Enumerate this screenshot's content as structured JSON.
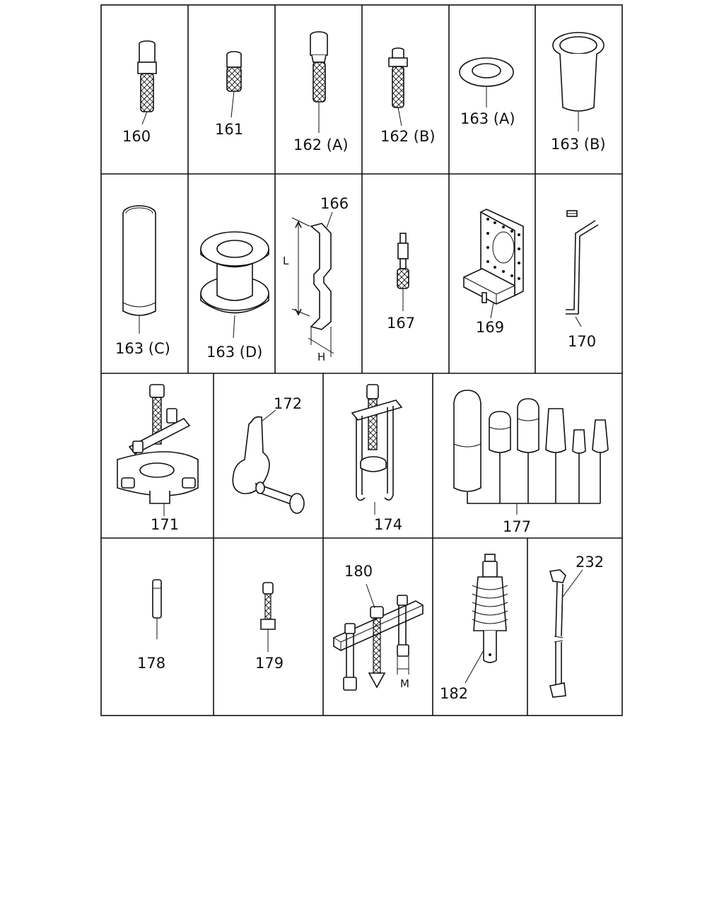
{
  "parts": [
    {
      "id": "p160",
      "label": "160"
    },
    {
      "id": "p161",
      "label": "161"
    },
    {
      "id": "p162a",
      "label": "162 (A)"
    },
    {
      "id": "p162b",
      "label": "162 (B)"
    },
    {
      "id": "p163a",
      "label": "163 (A)"
    },
    {
      "id": "p163b",
      "label": "163 (B)"
    },
    {
      "id": "p163c",
      "label": "163 (C)"
    },
    {
      "id": "p163d",
      "label": "163 (D)"
    },
    {
      "id": "p166",
      "label": "166"
    },
    {
      "id": "p167",
      "label": "167"
    },
    {
      "id": "p169",
      "label": "169"
    },
    {
      "id": "p170",
      "label": "170"
    },
    {
      "id": "p171",
      "label": "171"
    },
    {
      "id": "p172",
      "label": "172"
    },
    {
      "id": "p174",
      "label": "174"
    },
    {
      "id": "p177",
      "label": "177"
    },
    {
      "id": "p178",
      "label": "178"
    },
    {
      "id": "p179",
      "label": "179"
    },
    {
      "id": "p180",
      "label": "180"
    },
    {
      "id": "p182",
      "label": "182"
    },
    {
      "id": "p232",
      "label": "232"
    }
  ],
  "dimensions": {
    "length": "L",
    "height": "H",
    "width": "M"
  }
}
